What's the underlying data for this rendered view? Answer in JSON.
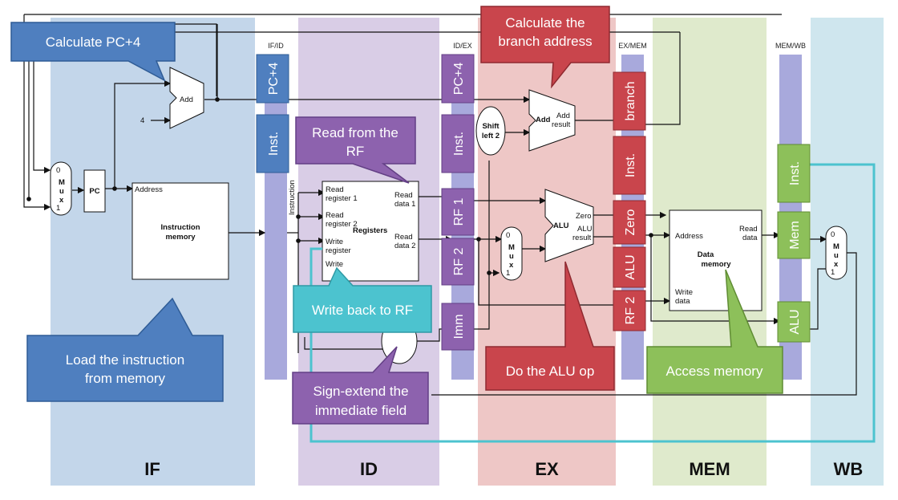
{
  "stages": {
    "if": "IF",
    "id": "ID",
    "ex": "EX",
    "mem": "MEM",
    "wb": "WB"
  },
  "colors": {
    "if": "#c3d6ea",
    "id": "#d9cde6",
    "ex": "#eec7c6",
    "mem": "#dfeacc",
    "wb": "#cfe6ee",
    "reg": "#a8a9dc",
    "blue": "#4f7fbf",
    "purple": "#8d62ae",
    "red": "#c9454c",
    "green": "#8dc05a",
    "teal": "#4cc3cf"
  },
  "pipe": {
    "ifid": "IF/ID",
    "idex": "ID/EX",
    "exmem": "EX/MEM",
    "memwb": "MEM/WB"
  },
  "fields": {
    "ifid_pc": "PC+4",
    "ifid_inst": "Inst.",
    "idex_pc": "PC+4",
    "idex_inst": "Inst.",
    "idex_rf1": "RF 1",
    "idex_rf2": "RF 2",
    "idex_imm": "Imm",
    "exmem_branch": "branch",
    "exmem_inst": "Inst.",
    "exmem_zero": "Zero",
    "exmem_alu": "ALU",
    "exmem_rf2": "RF 2",
    "memwb_inst": "Inst.",
    "memwb_mem": "Mem",
    "memwb_alu": "ALU"
  },
  "components": {
    "add": "Add",
    "four": "4",
    "pc": "PC",
    "address": "Address",
    "imem1": "Instruction",
    "imem2": "memory",
    "instruction": "Instruction",
    "read_reg1a": "Read",
    "read_reg1b": "register 1",
    "read_reg2a": "Read",
    "read_reg2b": "register 2",
    "write_rega": "Write",
    "write_regb": "register",
    "write_data": "Write",
    "read_data1a": "Read",
    "read_data1b": "data 1",
    "read_data2a": "Read",
    "read_data2b": "data 2",
    "registers": "Registers",
    "shift1": "Shift",
    "shift2": "left 2",
    "add_result1": "Add",
    "add_result2": "result",
    "alu": "ALU",
    "zero": "Zero",
    "alu_result1": "ALU",
    "alu_result2": "result",
    "dmem_address": "Address",
    "dmem_read1": "Read",
    "dmem_read2": "data",
    "dmem1": "Data",
    "dmem2": "memory",
    "dmem_write1": "Write",
    "dmem_write2": "data",
    "mux_0": "0",
    "mux_1": "1",
    "mux_letters": [
      "M",
      "u",
      "x"
    ]
  },
  "callouts": {
    "pc4": "Calculate PC+4",
    "branch1": "Calculate the",
    "branch2": "branch address",
    "readrf1": "Read from the",
    "readrf2": "RF",
    "writeback": "Write back to RF",
    "load1": "Load the instruction",
    "load2": "from memory",
    "sign1": "Sign-extend the",
    "sign2": "immediate field",
    "aluop": "Do the ALU op",
    "access": "Access memory"
  }
}
